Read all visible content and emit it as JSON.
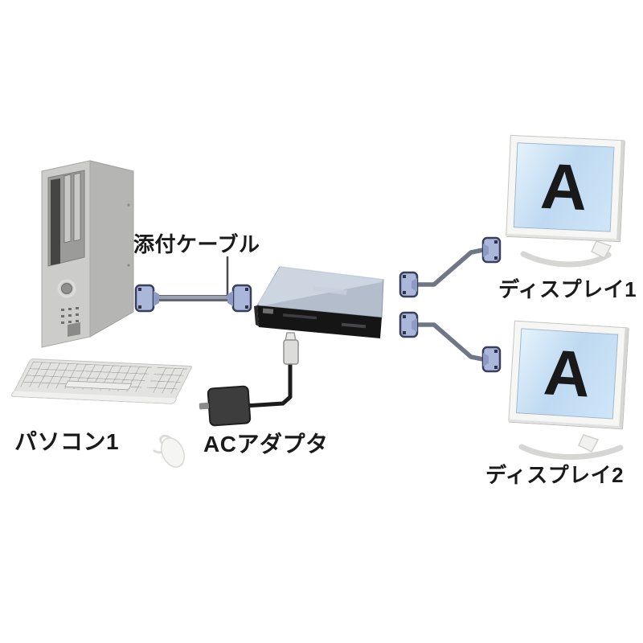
{
  "labels": {
    "attached_cable": "添付ケーブル",
    "pc": "パソコン1",
    "ac_adapter": "ACアダプタ",
    "display1": "ディスプレイ1",
    "display2": "ディスプレイ2"
  },
  "screens": {
    "display1_letter": "A",
    "display2_letter": "A"
  },
  "colors": {
    "connector_fill": "#aab7da",
    "connector_outline": "#39405c",
    "cable_gray": "#747b8c",
    "device_top": "#b3bdcb",
    "device_front": "#151515",
    "screen_blue_light": "#e4f2fc",
    "screen_blue": "#bed9f1",
    "pc_body": "#cbcbc9",
    "label_text": "#1a1a1a",
    "background": "#ffffff"
  }
}
